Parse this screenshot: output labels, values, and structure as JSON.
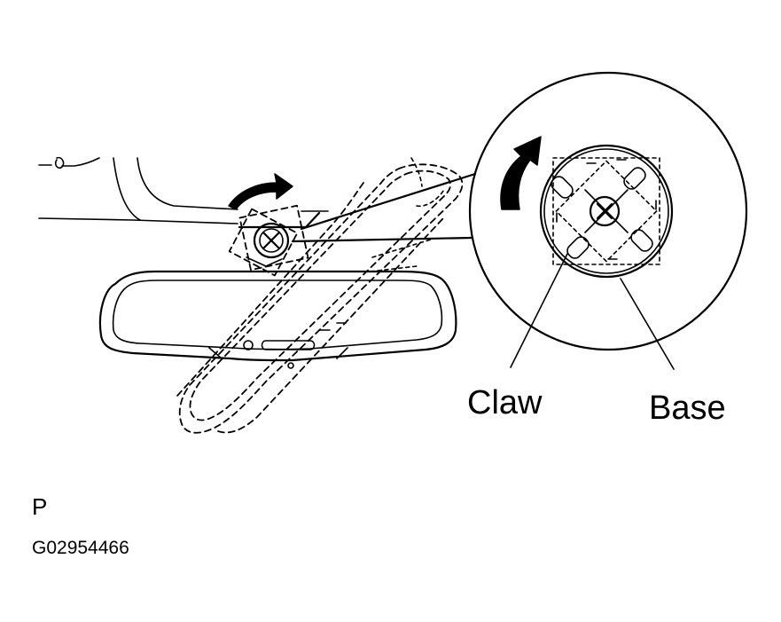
{
  "labels": {
    "claw": "Claw",
    "base": "Base"
  },
  "view_code": "P",
  "figure_id": "G02954466",
  "icons": {
    "rotate_arrow": "curved-arrow-icon",
    "screw": "phillips-screw-icon"
  }
}
